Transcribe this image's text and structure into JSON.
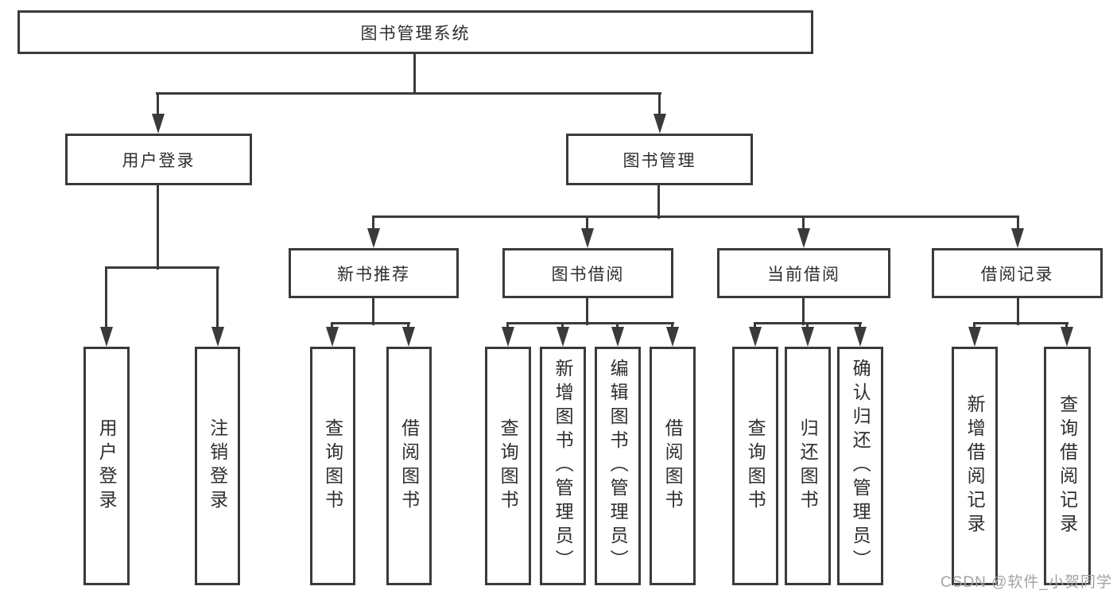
{
  "root": {
    "label": "图书管理系统"
  },
  "level2": [
    {
      "label": "用户登录"
    },
    {
      "label": "图书管理"
    }
  ],
  "user_login_children": [
    "用户登录",
    "注销登录"
  ],
  "groups": [
    {
      "label": "新书推荐",
      "children": [
        "查询图书",
        "借阅图书"
      ]
    },
    {
      "label": "图书借阅",
      "children": [
        "查询图书",
        "新增图书（管理员）",
        "编辑图书（管理员）",
        "借阅图书"
      ]
    },
    {
      "label": "当前借阅",
      "children": [
        "查询图书",
        "归还图书",
        "确认归还（管理员）"
      ]
    },
    {
      "label": "借阅记录",
      "children": [
        "新增借阅记录",
        "查询借阅记录"
      ]
    }
  ],
  "watermark": "CSDN @软件_小贺同学",
  "colors": {
    "line": "#3a3a3a",
    "text": "#2e2e2e",
    "watermark": "#a3a3a3",
    "background": "#ffffff"
  }
}
